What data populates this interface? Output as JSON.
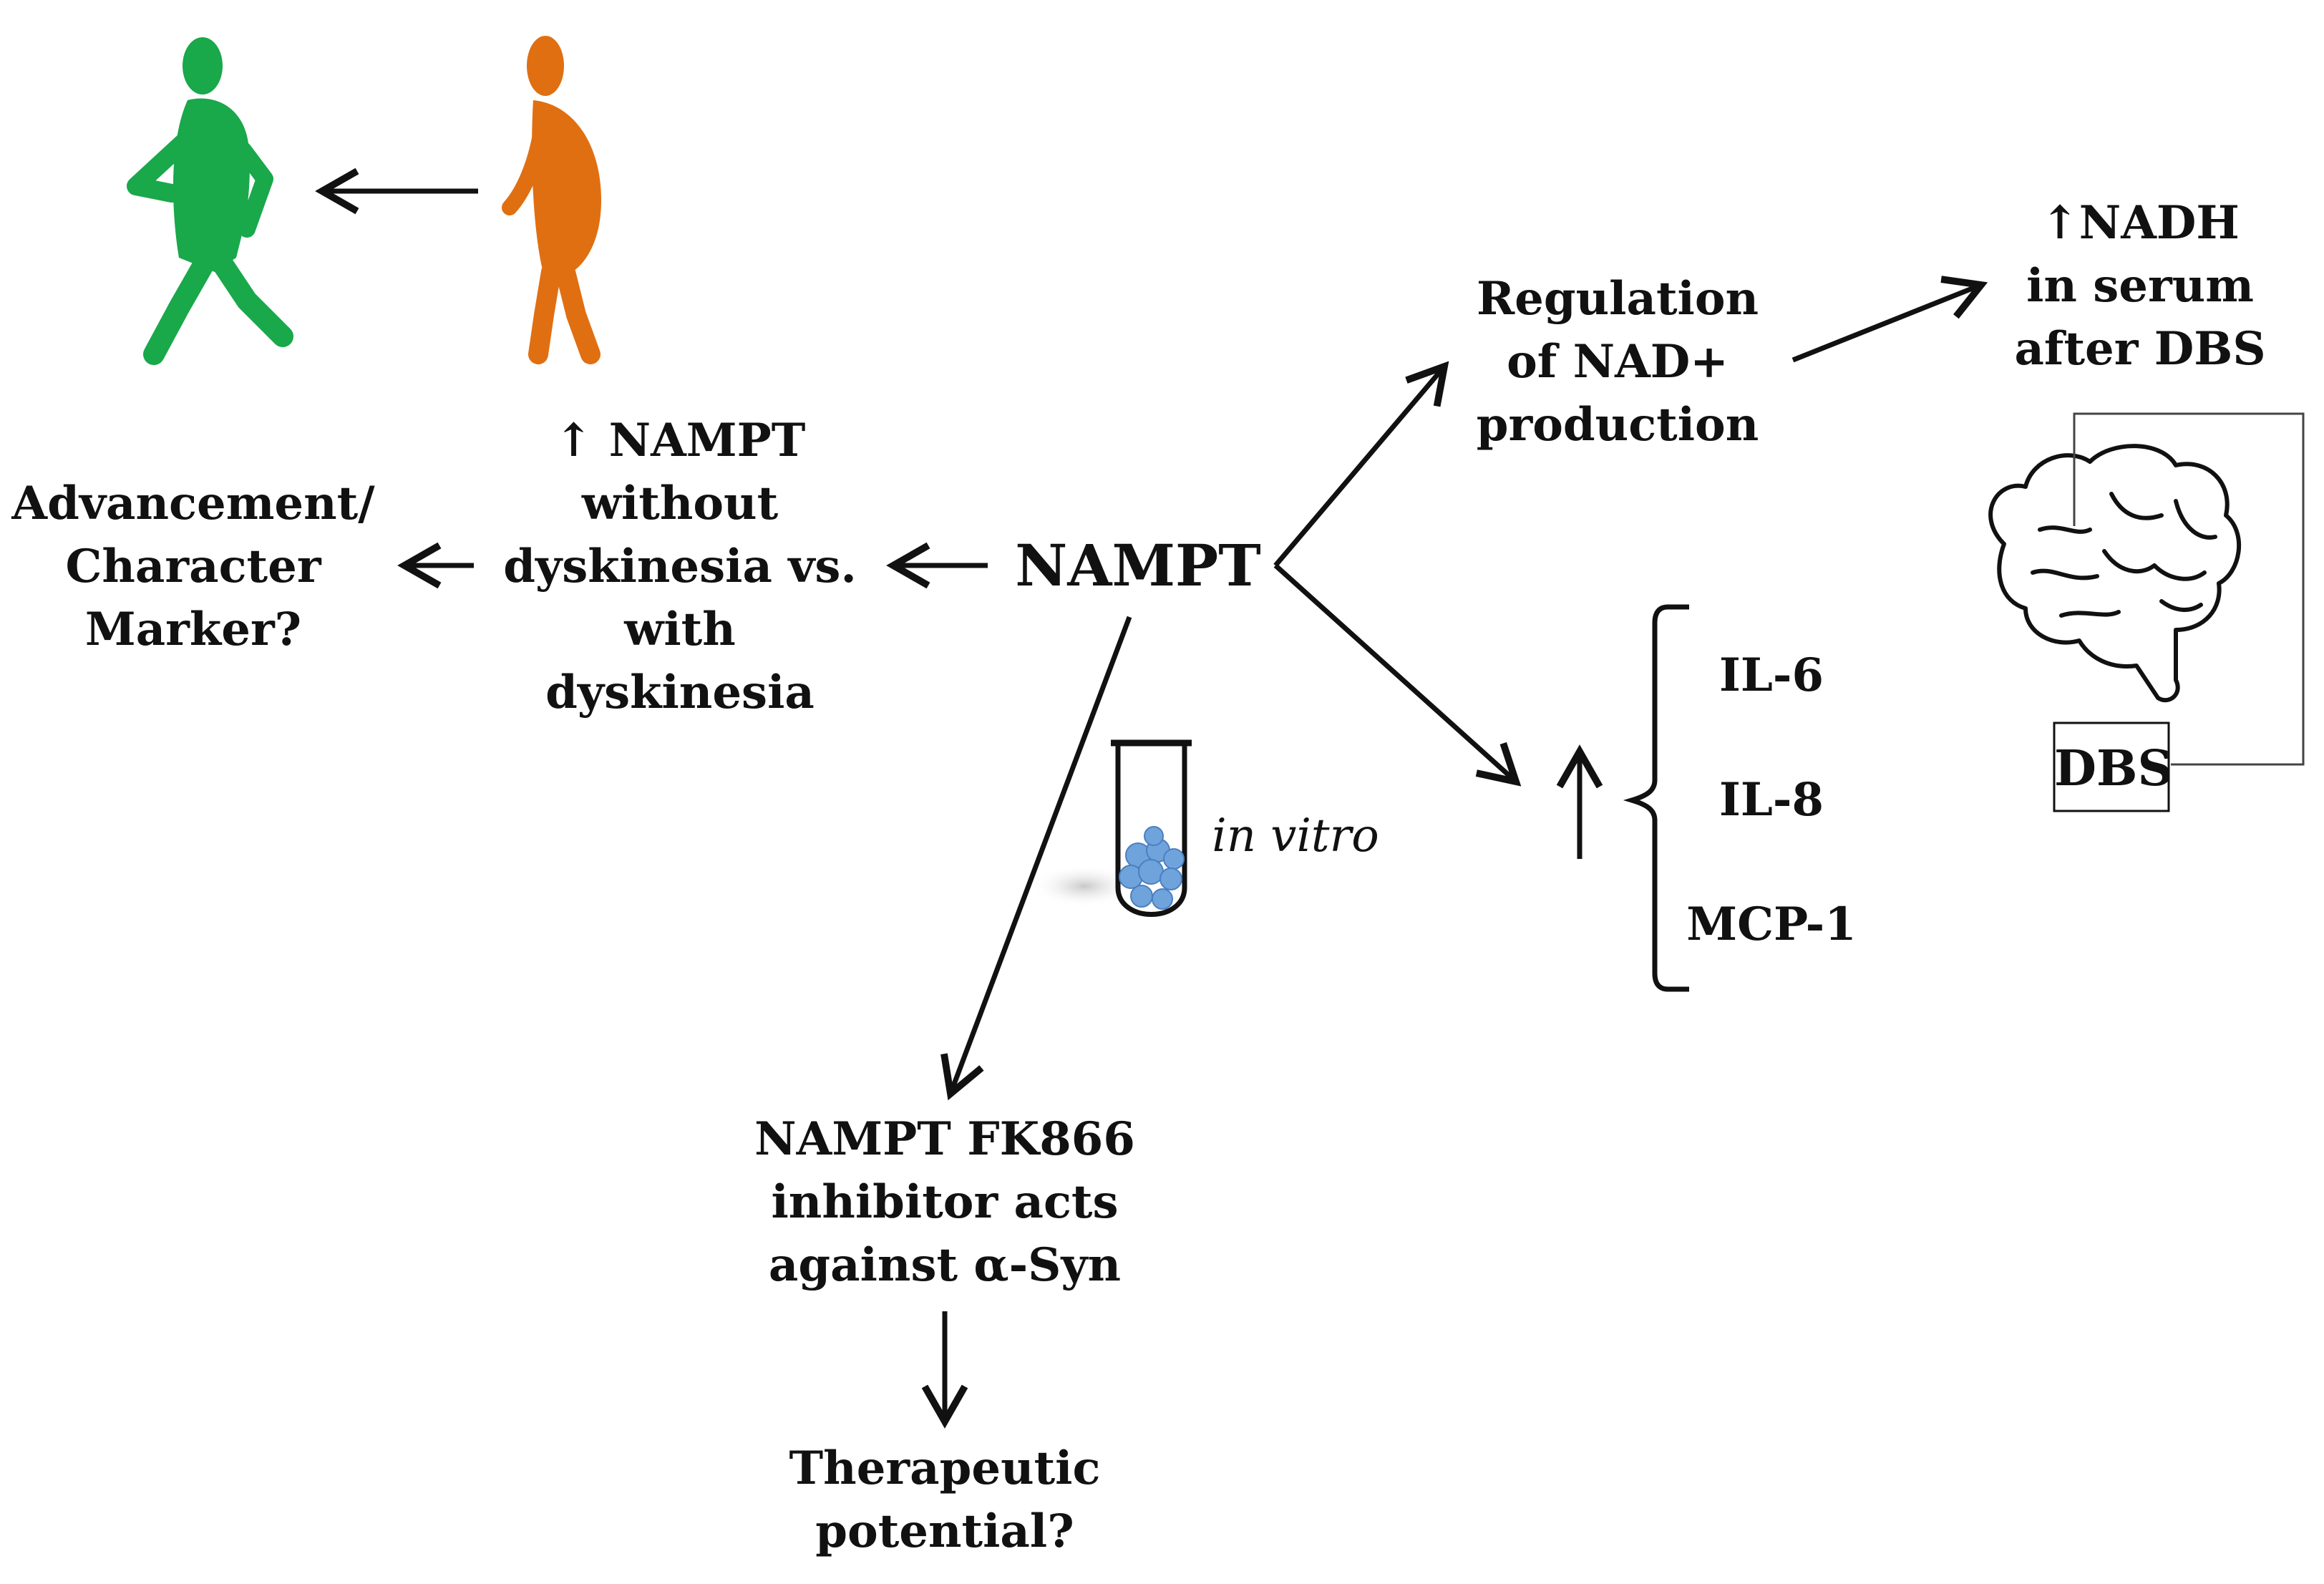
{
  "nodes": {
    "center": "NAMPT",
    "dyskinesia": [
      "↑ NAMPT",
      "without",
      "dyskinesia vs.",
      "with",
      "dyskinesia"
    ],
    "marker": [
      "Advancement/",
      "Character",
      "Marker?"
    ],
    "nad": [
      "Regulation",
      "of NAD+",
      "production"
    ],
    "nadh": [
      "↑NADH",
      "in serum",
      "after DBS"
    ],
    "cytokines": [
      "IL-6",
      "IL-8",
      "MCP-1"
    ],
    "dbs_box": "DBS",
    "in_vitro": "in vitro",
    "inhibitor": [
      "NAMPT FK866",
      "inhibitor acts",
      "against α-Syn"
    ],
    "therapeutic": [
      "Therapeutic",
      "potential?"
    ]
  },
  "colors": {
    "healthy_person": "#19a84a",
    "pd_person": "#e06f12",
    "cells": "#6fa3dc",
    "ink": "#111111"
  },
  "icons": [
    "walking-person-icon",
    "parkinson-person-icon",
    "test-tube-icon",
    "brain-icon",
    "up-arrow-icon"
  ]
}
